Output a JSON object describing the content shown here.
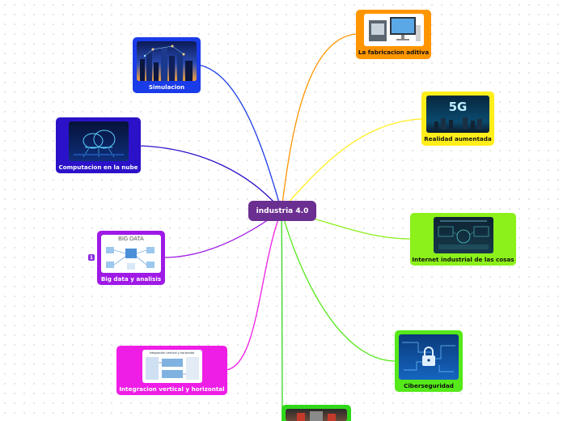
{
  "central": {
    "label": "industria 4.0"
  },
  "topics": [
    {
      "id": "simulacion",
      "label": "Simulacion",
      "color": "#1a3be8",
      "image": "city-network-image"
    },
    {
      "id": "nube",
      "label": "Computacion en la nube",
      "color": "#2b12c9",
      "image": "cloud-computing-image"
    },
    {
      "id": "bigdata",
      "label": "Big data y analisis",
      "color": "#9f1ae6",
      "image": "big-data-image",
      "image_text": "BIG DATA",
      "badge": "1"
    },
    {
      "id": "integracion",
      "label": "Integracion vertical y horizontal",
      "color": "#ee1ee6",
      "image": "integration-diagram-image",
      "image_text": "Integración vertical y horizontal"
    },
    {
      "id": "aditiva",
      "label": "La fabricacion aditiva",
      "color": "#ff9500",
      "image": "3d-printer-image"
    },
    {
      "id": "realidad",
      "label": "Realidad aumentada",
      "color": "#ffee1a",
      "image": "5g-image",
      "image_text": "5G"
    },
    {
      "id": "iiot",
      "label": "Internet industrial de las cosas",
      "color": "#8cf01a",
      "image": "iiot-image"
    },
    {
      "id": "ciber",
      "label": "Ciberseguridad",
      "color": "#55e81a",
      "image": "circuit-lock-image"
    },
    {
      "id": "robots",
      "label": "",
      "color": "#2fd81a",
      "image": "robot-image"
    }
  ]
}
